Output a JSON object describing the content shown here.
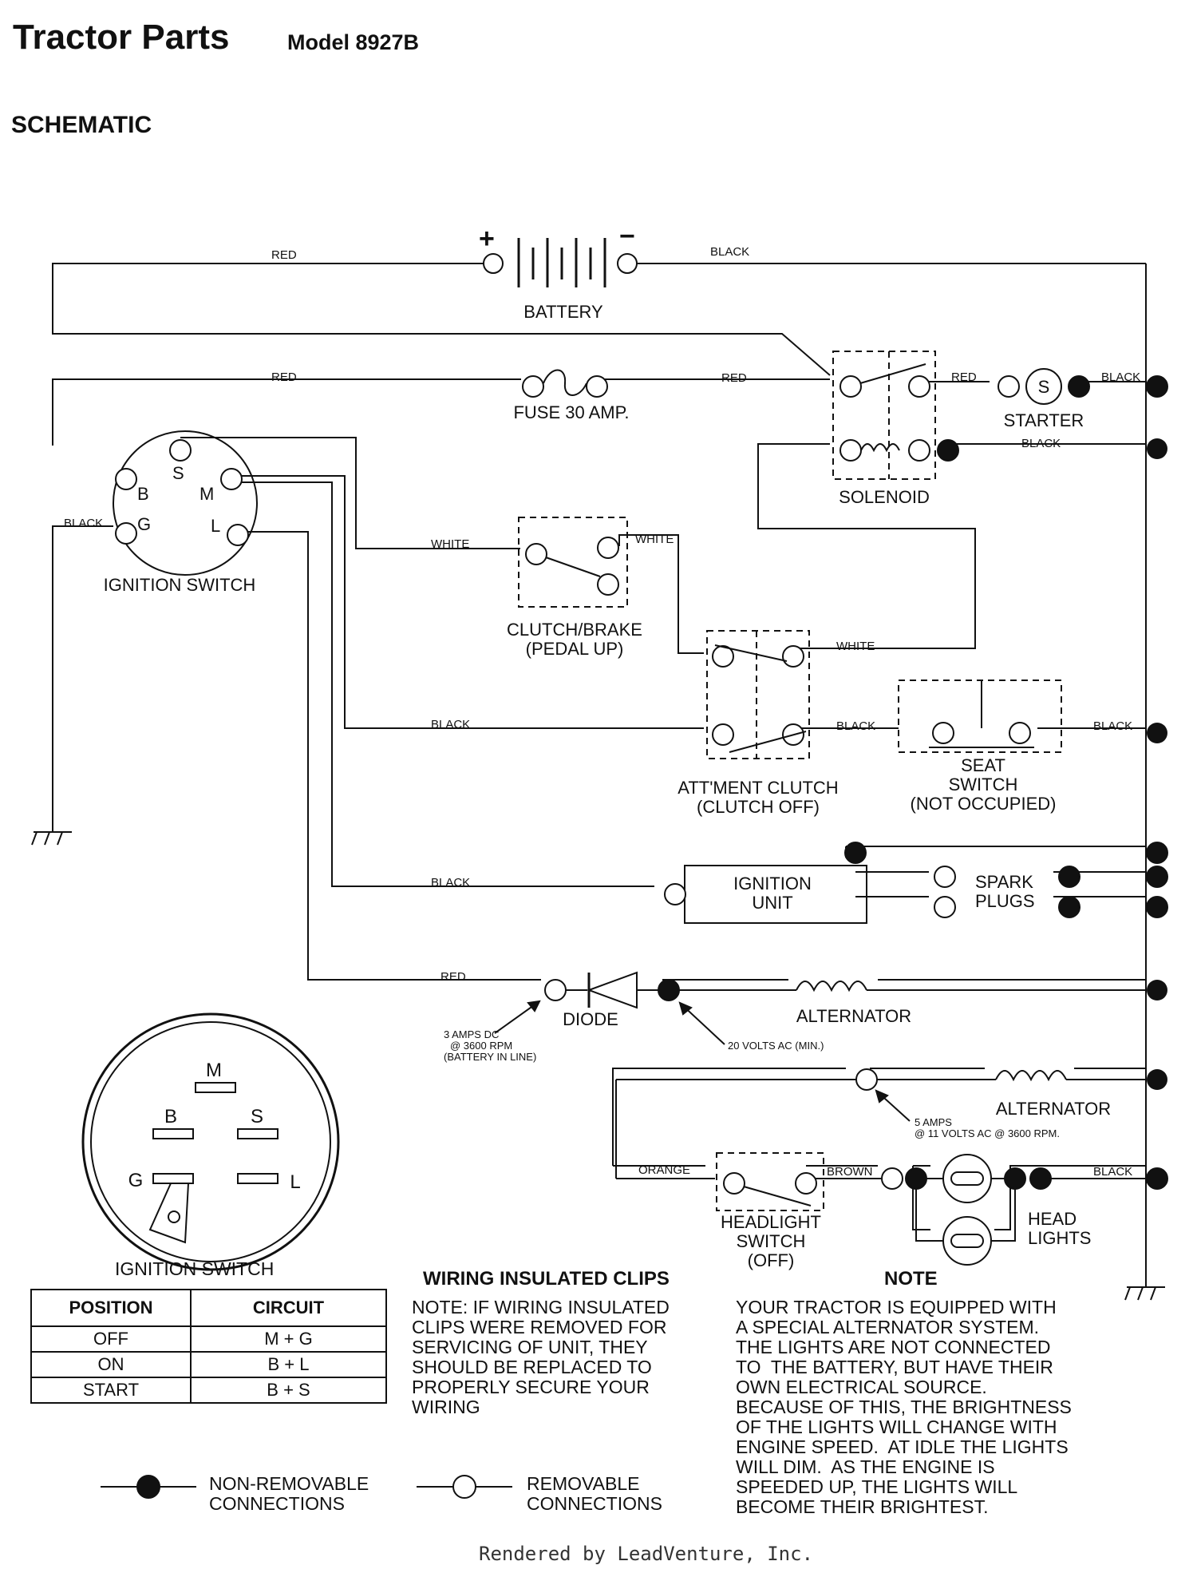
{
  "header": {
    "title": "Tractor Parts",
    "model": "Model 8927B",
    "section": "SCHEMATIC"
  },
  "wire_labels": {
    "red_top": "RED",
    "black_top": "BLACK",
    "red_fuse": "RED",
    "red_fuse_right": "RED",
    "red_starter": "RED",
    "black_starter": "BLACK",
    "black_solenoid": "BLACK",
    "black_ground": "BLACK",
    "white_clutch": "WHITE",
    "white_clutch_right": "WHITE",
    "white_att": "WHITE",
    "black_att": "BLACK",
    "black_att_right": "BLACK",
    "black_seat_right": "BLACK",
    "black_ign": "BLACK",
    "red_diode": "RED",
    "orange": "ORANGE",
    "brown": "BROWN",
    "black_head": "BLACK"
  },
  "components": {
    "battery": "BATTERY",
    "battery_plus": "+",
    "battery_minus": "−",
    "fuse": "FUSE 30 AMP.",
    "solenoid": "SOLENOID",
    "starter": "STARTER",
    "starter_s": "S",
    "ignition_switch": "IGNITION SWITCH",
    "term_b": "B",
    "term_s": "S",
    "term_m": "M",
    "term_g": "G",
    "term_l": "L",
    "clutch_brake_1": "CLUTCH/BRAKE",
    "clutch_brake_2": "(PEDAL UP)",
    "att_clutch_1": "ATT'MENT CLUTCH",
    "att_clutch_2": "(CLUTCH OFF)",
    "seat_1": "SEAT",
    "seat_2": "SWITCH",
    "seat_3": "(NOT OCCUPIED)",
    "ign_unit_1": "IGNITION",
    "ign_unit_2": "UNIT",
    "spark_1": "SPARK",
    "spark_2": "PLUGS",
    "diode": "DIODE",
    "alternator_1": "ALTERNATOR",
    "alternator_2": "ALTERNATOR",
    "headlight_sw_1": "HEADLIGHT",
    "headlight_sw_2": "SWITCH",
    "headlight_sw_3": "(OFF)",
    "head_1": "HEAD",
    "head_2": "LIGHTS"
  },
  "annotations": {
    "diode_note_1": "3 AMPS DC",
    "diode_note_2": "@ 3600 RPM",
    "diode_note_3": "(BATTERY IN LINE)",
    "alt1_note": "20 VOLTS AC (MIN.)",
    "alt2_note_1": "5 AMPS",
    "alt2_note_2": "@ 11 VOLTS AC @ 3600 RPM."
  },
  "switch_face": {
    "m": "M",
    "b": "B",
    "s": "S",
    "g": "G",
    "l": "L",
    "label": "IGNITION SWITCH"
  },
  "position_table": {
    "headers": [
      "POSITION",
      "CIRCUIT"
    ],
    "rows": [
      [
        "OFF",
        "M + G"
      ],
      [
        "ON",
        "B + L"
      ],
      [
        "START",
        "B + S"
      ]
    ]
  },
  "clips": {
    "title": "WIRING INSULATED CLIPS",
    "body": "NOTE: IF WIRING INSULATED\nCLIPS WERE REMOVED FOR\nSERVICING OF UNIT, THEY\nSHOULD BE REPLACED TO\nPROPERLY SECURE YOUR\nWIRING"
  },
  "note": {
    "title": "NOTE",
    "body": "YOUR TRACTOR IS EQUIPPED WITH\nA SPECIAL ALTERNATOR SYSTEM.\nTHE LIGHTS ARE NOT CONNECTED\nTO  THE BATTERY, BUT HAVE THEIR\nOWN ELECTRICAL SOURCE.\nBECAUSE OF THIS, THE BRIGHTNESS\nOF THE LIGHTS WILL CHANGE WITH\nENGINE SPEED.  AT IDLE THE LIGHTS\nWILL DIM.  AS THE ENGINE IS\nSPEEDED UP, THE LIGHTS WILL\nBECOME THEIR BRIGHTEST."
  },
  "legend": {
    "non_removable": "NON-REMOVABLE\nCONNECTIONS",
    "removable": "REMOVABLE\nCONNECTIONS"
  },
  "footer": "Rendered by LeadVenture, Inc."
}
